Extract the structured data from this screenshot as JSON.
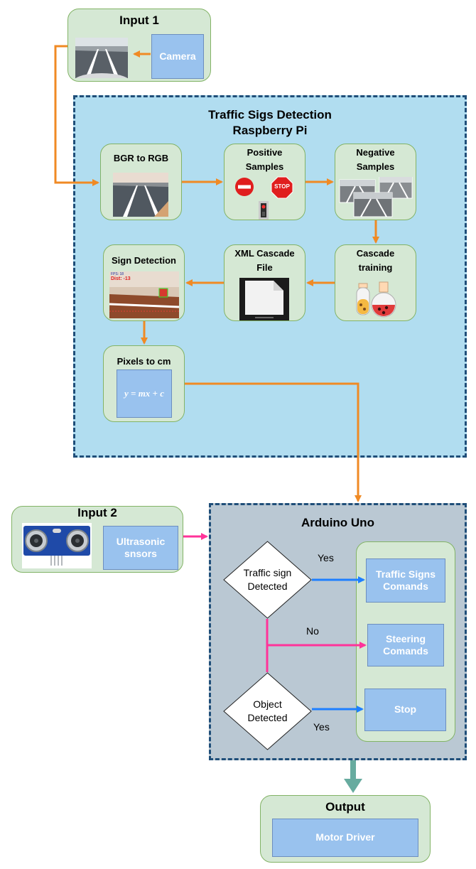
{
  "input1": {
    "title": "Input 1",
    "camera_label": "Camera"
  },
  "raspberry": {
    "title_line1": "Traffic Sigs Detection",
    "title_line2": "Raspberry Pi",
    "bgr": "BGR to RGB",
    "positive_l1": "Positive",
    "positive_l2": "Samples",
    "stop_sign_text": "STOP",
    "negative_l1": "Negative",
    "negative_l2": "Samples",
    "cascade_l1": "Cascade",
    "cascade_l2": "training",
    "xml_l1": "XML Cascade",
    "xml_l2": "File",
    "sign_detection": "Sign Detection",
    "sign_overlay_1": "FPS: 18",
    "sign_overlay_2": "Dist: -13",
    "pixels": "Pixels to cm",
    "formula": "y = mx + c"
  },
  "input2": {
    "title": "Input 2",
    "sensor_l1": "Ultrasonic",
    "sensor_l2": "snsors"
  },
  "arduino": {
    "title": "Arduino Uno",
    "decision1_l1": "Traffic sign",
    "decision1_l2": "Detected",
    "decision2_l1": "Object",
    "decision2_l2": "Detected",
    "yes1": "Yes",
    "no": "No",
    "yes2": "Yes",
    "cmd1_l1": "Traffic Signs",
    "cmd1_l2": "Comands",
    "cmd2_l1": "Steering",
    "cmd2_l2": "Comands",
    "cmd3": "Stop"
  },
  "output": {
    "title": "Output",
    "motor": "Motor Driver"
  },
  "colors": {
    "orange": "#f08a24",
    "pink": "#ff3399",
    "blue_arrow": "#1e7fff",
    "teal": "#67ab9f",
    "green_fill": "#d5e8d4",
    "green_stroke": "#82b366",
    "blue_fill": "#99c2ee",
    "panel_blue": "#b1ddf0",
    "panel_gray": "#bac8d3",
    "dash": "#1f4e79"
  }
}
